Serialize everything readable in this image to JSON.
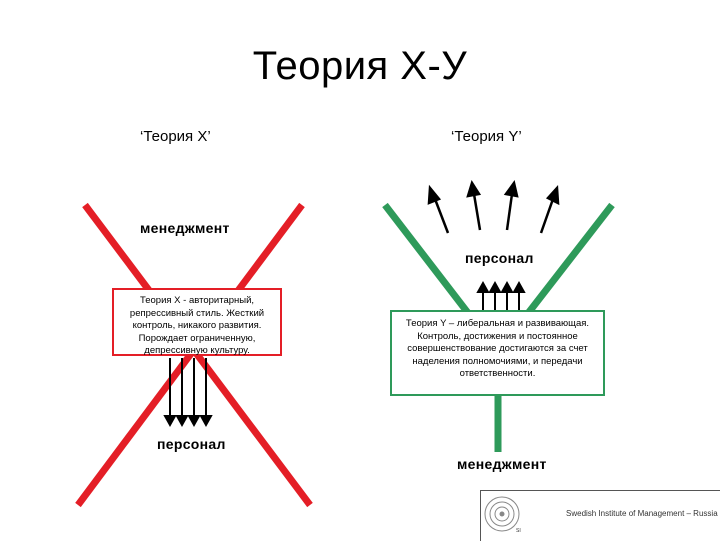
{
  "title": "Теория Х-У",
  "theory_x": {
    "heading": "‘Теория X’",
    "top_label": "менеджмент",
    "bottom_label": "персонал",
    "description": "Теория X - авторитарный, репрессивный стиль. Жесткий контроль, никакого развития. Порождает ограниченную, депрессивную культуру.",
    "line_color": "#e41e26"
  },
  "theory_y": {
    "heading": "‘Теория Y’",
    "top_label": "персонал",
    "bottom_label": "менеджмент",
    "description": "Теория Y – либеральная и развивающая. Контроль, достижения и постоянное совершенствование достигаются за счет наделения полномочиями, и передачи ответственности.",
    "line_color": "#2e9a5a"
  },
  "footer": {
    "organization": "Swedish Institute of Management – Russia",
    "logo_mark": "SI"
  }
}
